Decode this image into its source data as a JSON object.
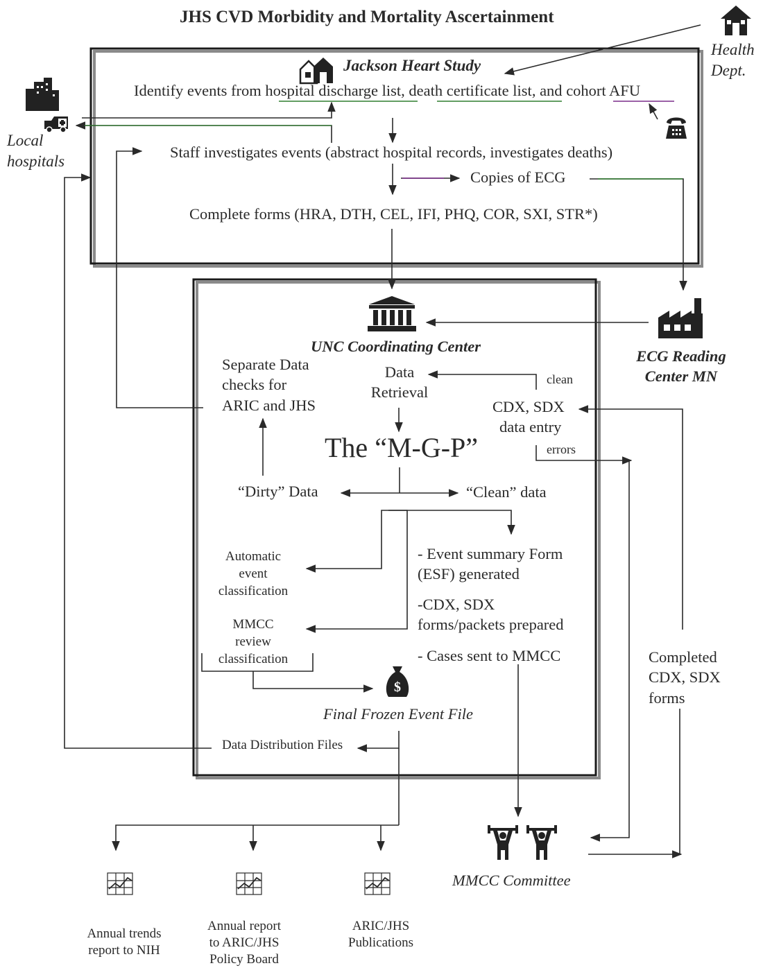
{
  "title": "JHS CVD Morbidity and Mortality Ascertainment",
  "health_dept": {
    "label_line1": "Health",
    "label_line2": "Dept.",
    "icon": "house-icon"
  },
  "local_hospitals": {
    "label_line1": "Local",
    "label_line2": "hospitals",
    "icon": "hospital-buildings-icon"
  },
  "jhs_box": {
    "title": "Jackson Heart Study",
    "identify_prefix": "Identify events from ",
    "hospital_discharge": "hospital discharge list",
    "sep1": ", ",
    "death_cert": "death certificate list",
    "sep2": ", and ",
    "cohort_afu": "cohort AFU",
    "staff_investigates": "Staff investigates events (abstract hospital records, investigates deaths)",
    "copies_ecg": "Copies of ECG",
    "complete_forms": "Complete forms (HRA, DTH, CEL, IFI, PHQ, COR, SXI, STR*)"
  },
  "ecg_center": {
    "line1": "ECG Reading",
    "line2": "Center MN",
    "icon": "factory-icon"
  },
  "unc_box": {
    "title": "UNC Coordinating Center",
    "separate_checks": [
      "Separate Data",
      "checks for",
      "ARIC and JHS"
    ],
    "data_retrieval": [
      "Data",
      "Retrieval"
    ],
    "clean_label": "clean",
    "errors_label": "errors",
    "cdx_entry": [
      "CDX, SDX",
      "data entry"
    ],
    "mgp": "The “M-G-P”",
    "dirty_data": "“Dirty” Data",
    "clean_data": "“Clean”  data",
    "auto_class": [
      "Automatic",
      "event",
      "classification"
    ],
    "mmcc_review": [
      "MMCC",
      "review",
      "classification"
    ],
    "esf": [
      "- Event summary Form",
      "(ESF) generated"
    ],
    "cdx_forms": [
      "-CDX, SDX",
      "forms/packets prepared"
    ],
    "cases_sent": "- Cases sent to  MMCC",
    "final_frozen": "Final Frozen Event File",
    "data_distribution": "Data Distribution Files"
  },
  "completed_forms": [
    "Completed",
    "CDX, SDX",
    "forms"
  ],
  "mmcc_committee": "MMCC Committee",
  "outputs": [
    {
      "lines": [
        "Annual trends",
        "report to NIH"
      ]
    },
    {
      "lines": [
        "Annual report",
        "to ARIC/JHS",
        "Policy Board"
      ]
    },
    {
      "lines": [
        "ARIC/JHS",
        "Publications"
      ]
    }
  ]
}
